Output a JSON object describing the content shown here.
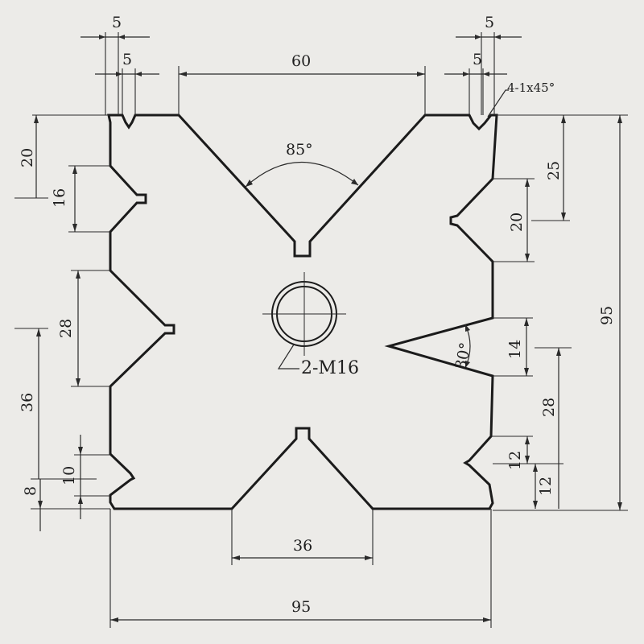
{
  "dimensions": {
    "top_left_outer": "5",
    "top_left_inner": "5",
    "top_center": "60",
    "top_right_outer": "5",
    "top_right_inner": "5",
    "chamfer": "4-1x45°",
    "angle_top": "85°",
    "left_20": "20",
    "left_16": "16",
    "left_28": "28",
    "left_36": "36",
    "left_10": "10",
    "left_8": "8",
    "right_25": "25",
    "right_20": "20",
    "right_95": "95",
    "angle_right": "30°",
    "right_14": "14",
    "right_28": "28",
    "right_12a": "12",
    "right_12b": "12",
    "bottom_36": "36",
    "bottom_95": "95"
  },
  "thread_callout": "2-M16",
  "colors": {
    "paper": "#ecebe8",
    "ink": "#1b1b1b"
  }
}
